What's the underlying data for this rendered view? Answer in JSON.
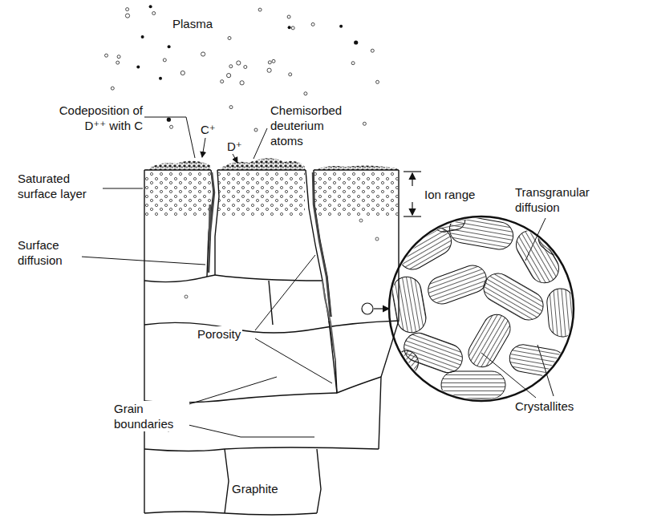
{
  "diagram": {
    "labels": [
      "Plasma",
      "Codeposition of D⁺⁺ with C",
      "C⁺",
      "D⁺",
      "Chemisorbed deuterium atoms",
      "Saturated surface layer",
      "Ion range",
      "Surface diffusion",
      "Porosity",
      "Transgranular diffusion",
      "Grain boundaries",
      "Crystallites",
      "Graphite"
    ]
  }
}
